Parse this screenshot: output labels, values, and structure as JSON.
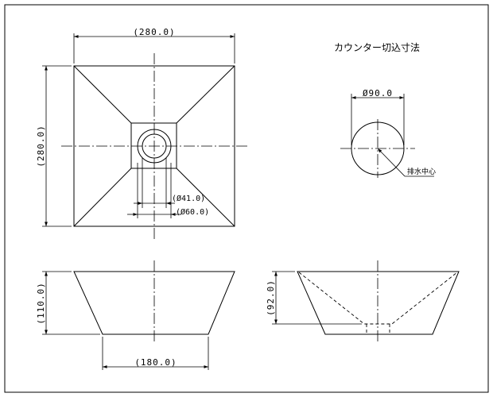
{
  "title": "カウンター切込寸法",
  "dimensions": {
    "top_width": "(280.0)",
    "top_height": "(280.0)",
    "drain_inner": "(Ø41.0)",
    "drain_outer": "(Ø60.0)",
    "front_height": "(110.0)",
    "base_width": "(180.0)",
    "section_height": "(92.0)",
    "cutout_diameter": "Ø90.0"
  },
  "labels": {
    "drain_center": "排水中心"
  }
}
